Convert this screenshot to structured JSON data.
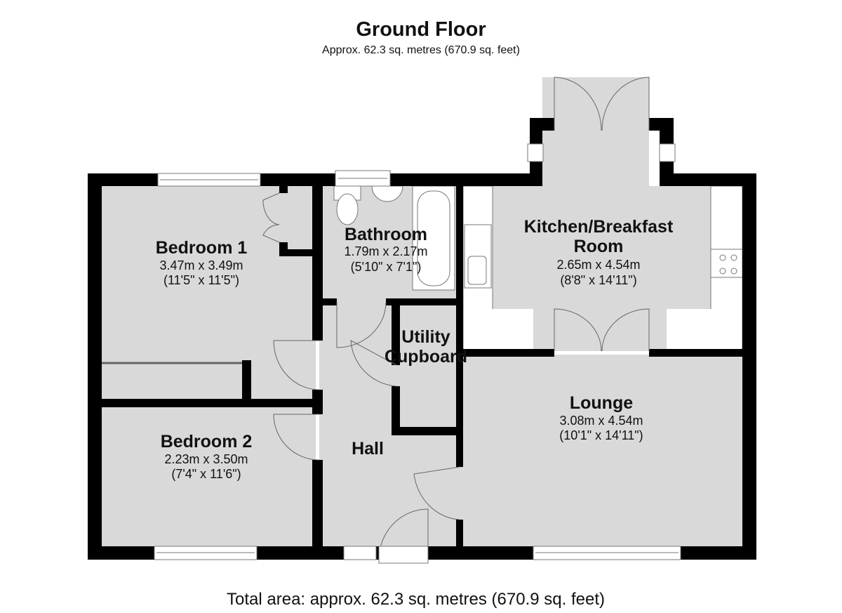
{
  "header": {
    "title": "Ground Floor",
    "subtitle": "Approx. 62.3 sq. metres (670.9 sq. feet)"
  },
  "rooms": [
    {
      "id": "bedroom-1",
      "name": "Bedroom 1",
      "metric": "3.47m x 3.49m",
      "imperial": "(11'5\" x 11'5\")"
    },
    {
      "id": "bathroom",
      "name": "Bathroom",
      "metric": "1.79m x 2.17m",
      "imperial": "(5'10\" x 7'1\")"
    },
    {
      "id": "kitchen",
      "name": "Kitchen/Breakfast",
      "name2": "Room",
      "metric": "2.65m x 4.54m",
      "imperial": "(8'8\" x 14'11\")"
    },
    {
      "id": "utility",
      "name": "Utility",
      "name2": "Cupboard"
    },
    {
      "id": "bedroom-2",
      "name": "Bedroom 2",
      "metric": "2.23m x 3.50m",
      "imperial": "(7'4\" x 11'6\")"
    },
    {
      "id": "hall",
      "name": "Hall"
    },
    {
      "id": "lounge",
      "name": "Lounge",
      "metric": "3.08m x 4.54m",
      "imperial": "(10'1\" x 14'11\")"
    }
  ],
  "footer": {
    "total": "Total area: approx. 62.3 sq. metres (670.9 sq. feet)"
  },
  "colors": {
    "wall": "#000000",
    "floor": "#d9d9d9"
  }
}
